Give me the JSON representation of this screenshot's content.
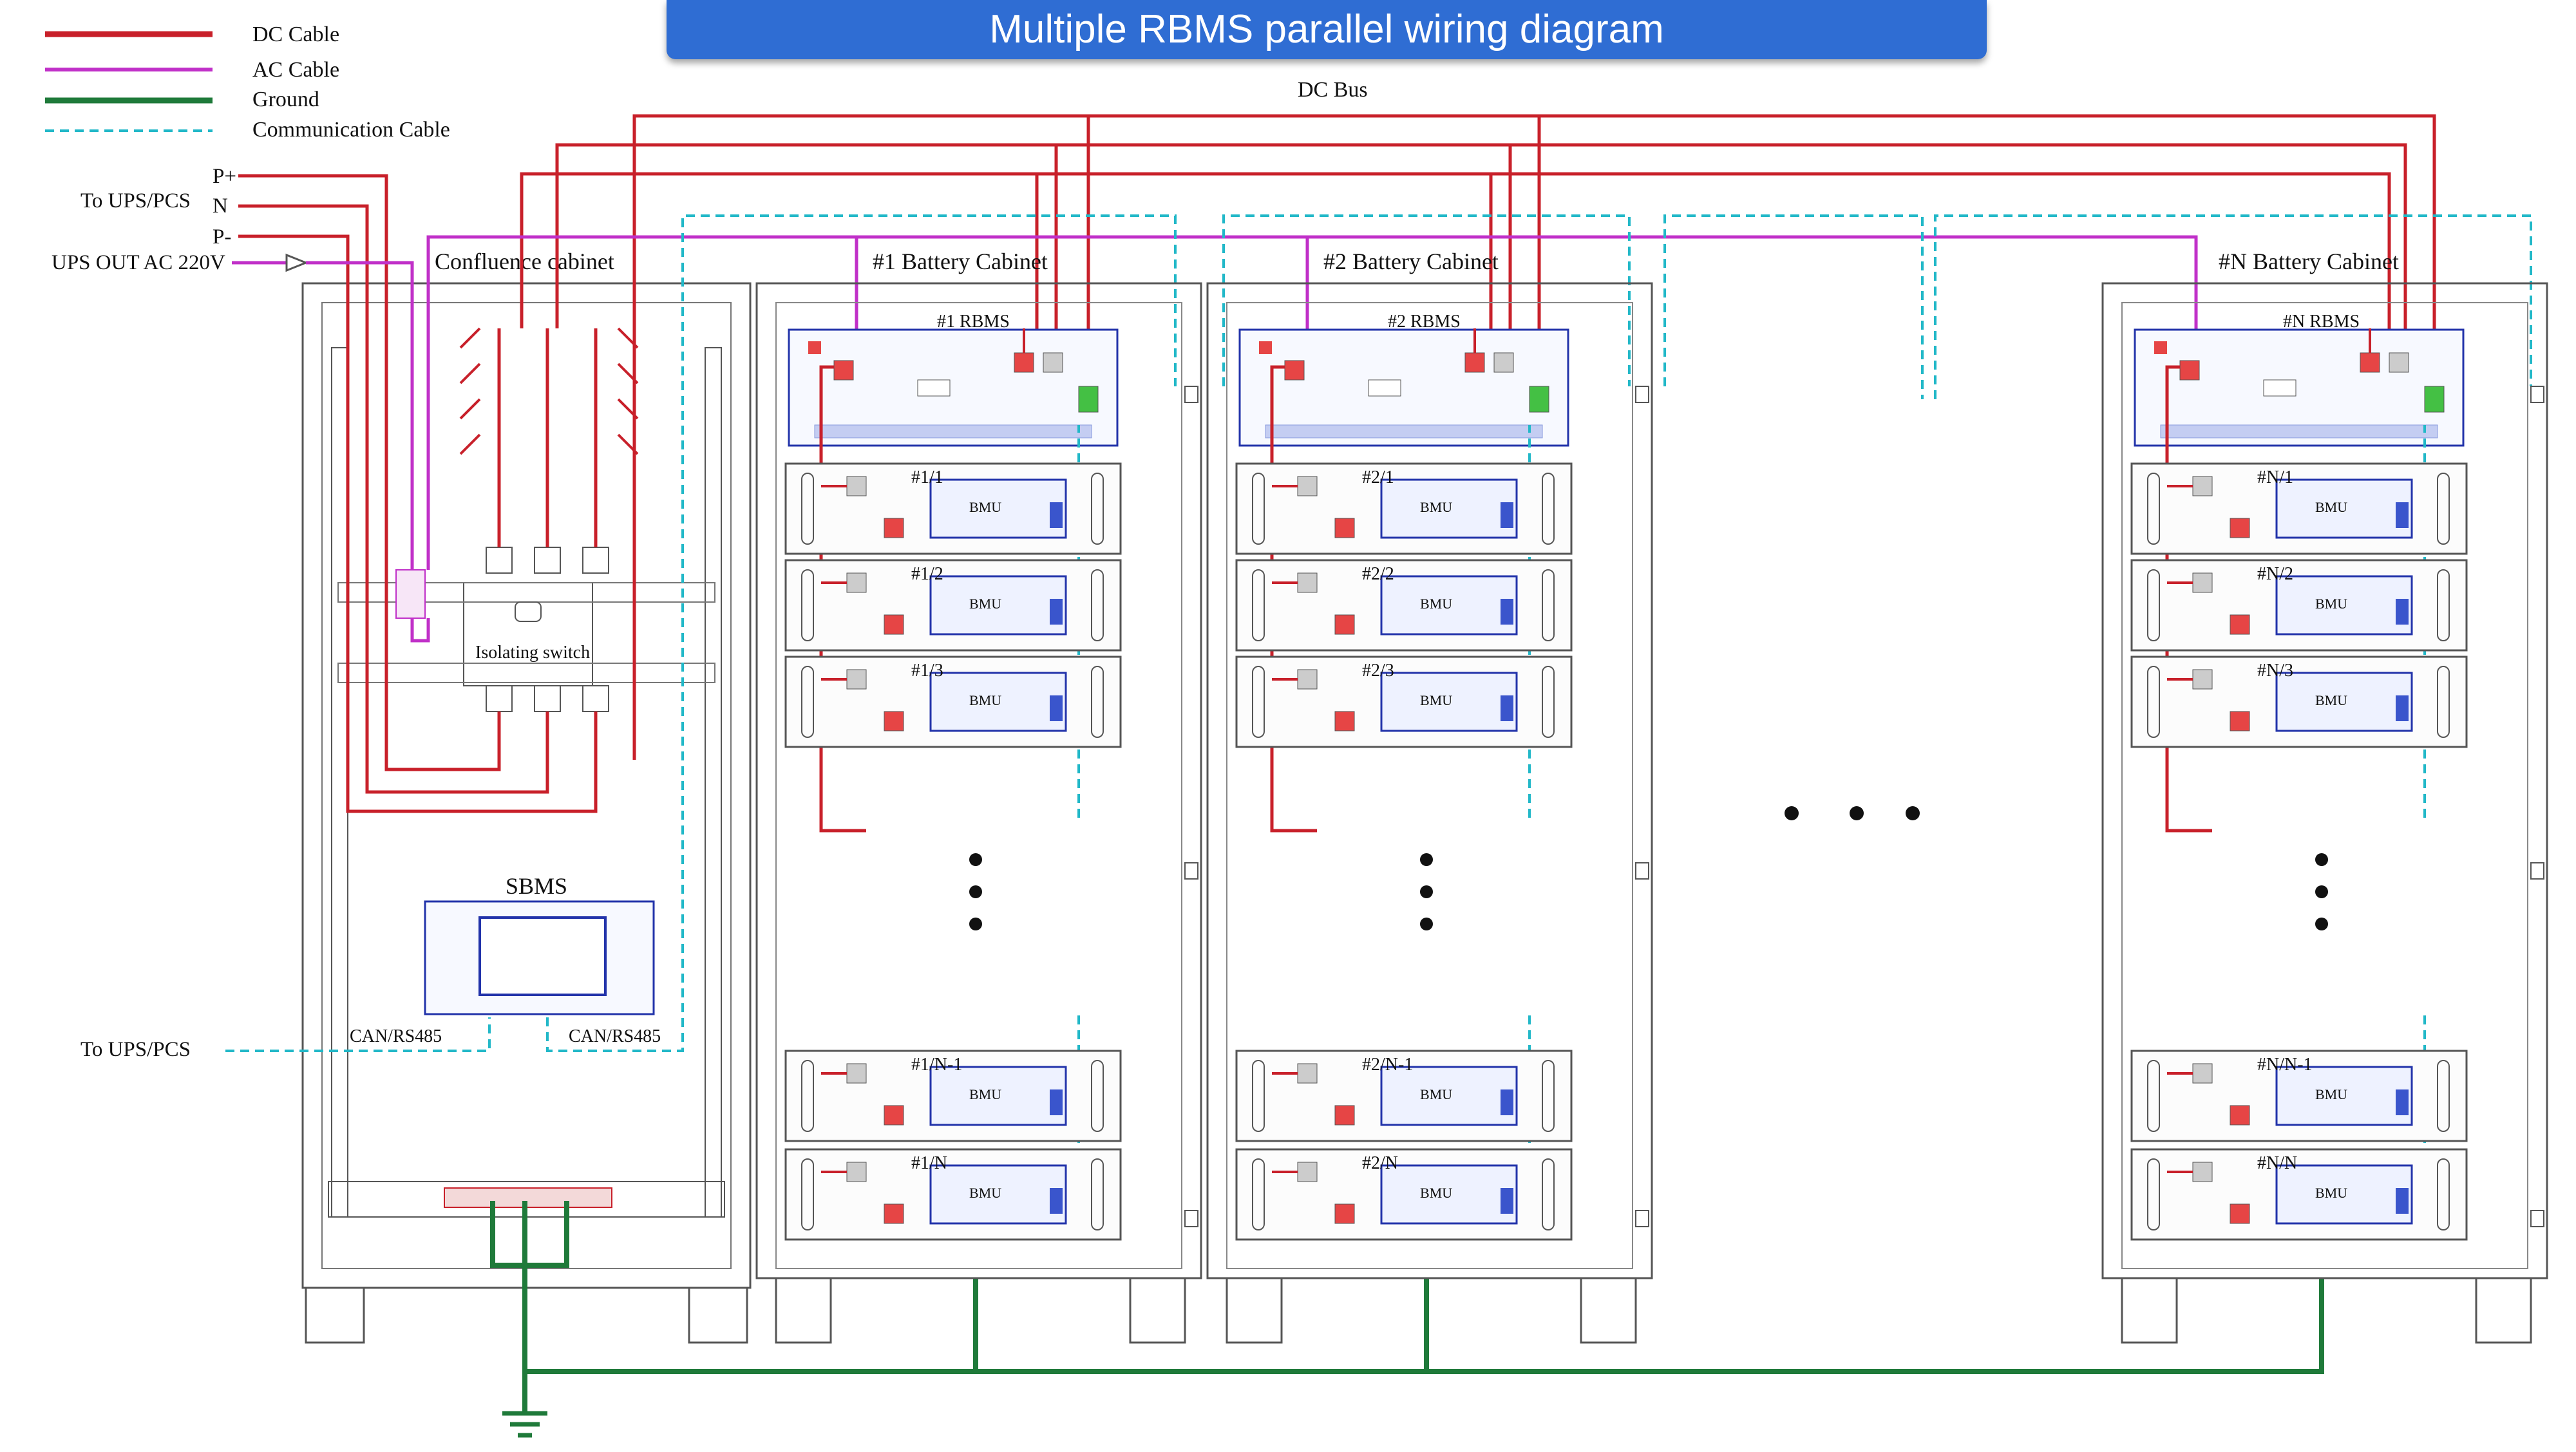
{
  "title": "Multiple RBMS parallel wiring diagram",
  "legend": [
    {
      "label": "DC Cable",
      "color": "#c8202a",
      "style": "solid"
    },
    {
      "label": "AC Cable",
      "color": "#c030c8",
      "style": "solid"
    },
    {
      "label": "Ground",
      "color": "#1f7a3a",
      "style": "solid"
    },
    {
      "label": "Communication Cable",
      "color": "#22b8c8",
      "style": "dashed"
    }
  ],
  "labels": {
    "dc_bus": "DC Bus",
    "p_plus": "P+",
    "n": "N",
    "p_minus": "P-",
    "to_ups_pcs": "To UPS/PCS",
    "ups_out": "UPS OUT AC 220V",
    "confluence_cabinet": "Confluence cabinet",
    "isolating_switch": "Isolating switch",
    "sbms": "SBMS",
    "can_rs485": "CAN/RS485",
    "to_ups_pcs_comm": "To UPS/PCS",
    "bmu": "BMU"
  },
  "cabinets": [
    {
      "title": "#1 Battery Cabinet",
      "rbms": "#1 RBMS",
      "modules": [
        "#1/1",
        "#1/2",
        "#1/3",
        "#1/N-1",
        "#1/N"
      ]
    },
    {
      "title": "#2 Battery Cabinet",
      "rbms": "#2 RBMS",
      "modules": [
        "#2/1",
        "#2/2",
        "#2/3",
        "#2/N-1",
        "#2/N"
      ]
    },
    {
      "title": "#N Battery Cabinet",
      "rbms": "#N RBMS",
      "modules": [
        "#N/1",
        "#N/2",
        "#N/3",
        "#N/N-1",
        "#N/N"
      ]
    }
  ],
  "colors": {
    "dc": "#c8202a",
    "ac": "#c030c8",
    "ground": "#1f7a3a",
    "comm": "#22b8c8",
    "frame": "#555555",
    "title_bg": "#2f6dd3"
  }
}
